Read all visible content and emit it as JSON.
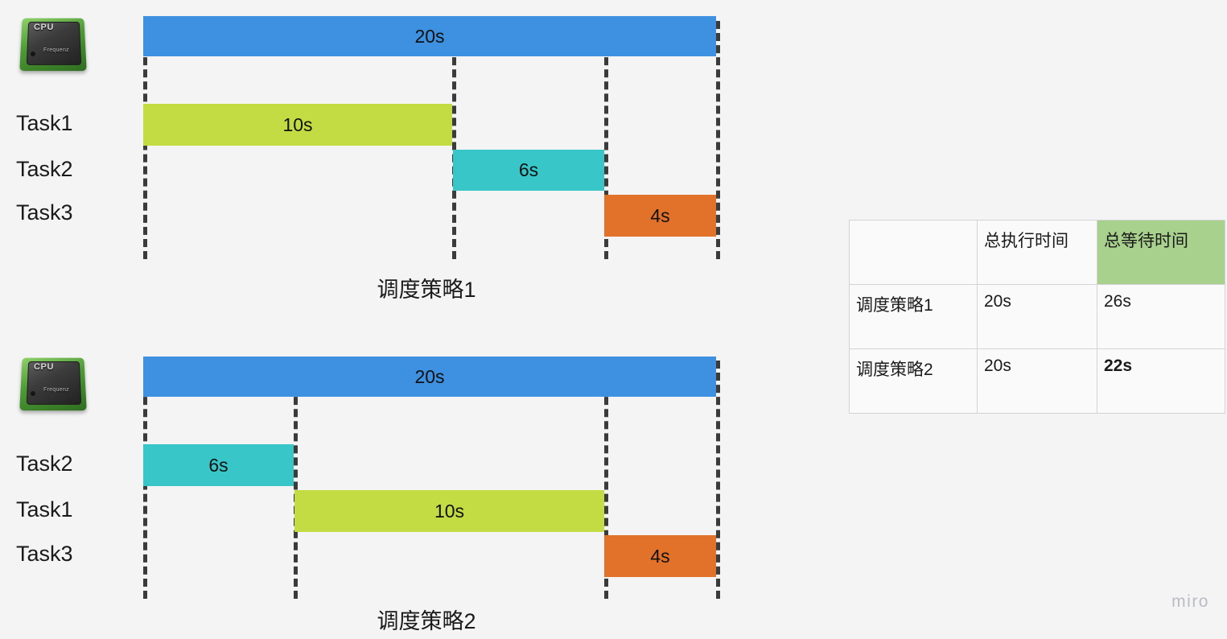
{
  "canvas": {
    "background": "#f4f4f4",
    "watermark": "miro"
  },
  "colors": {
    "cpu_bar": "#3d91e0",
    "task1": "#c3dc44",
    "task2": "#38c6c9",
    "task3": "#e2712a",
    "table_highlight": "#a9d18e",
    "dash": "#3b3b3b"
  },
  "diagrams": [
    {
      "id": "scheduling-policy-1",
      "caption": "调度策略1",
      "cpu_icon": {
        "label_top": "CPU",
        "label_bottom": "Frequenz"
      },
      "cpu_bar": {
        "label": "20s",
        "color": "#3d91e0",
        "start": 0,
        "end": 20
      },
      "rows": [
        {
          "name": "Task1",
          "label": "10s",
          "color": "#c3dc44",
          "start": 0,
          "end": 10
        },
        {
          "name": "Task2",
          "label": "6s",
          "color": "#38c6c9",
          "start": 10,
          "end": 16
        },
        {
          "name": "Task3",
          "label": "4s",
          "color": "#e2712a",
          "start": 16,
          "end": 20
        }
      ],
      "gridlines": [
        0,
        10,
        16,
        20
      ]
    },
    {
      "id": "scheduling-policy-2",
      "caption": "调度策略2",
      "cpu_icon": {
        "label_top": "CPU",
        "label_bottom": "Frequenz"
      },
      "cpu_bar": {
        "label": "20s",
        "color": "#3d91e0",
        "start": 0,
        "end": 20
      },
      "rows": [
        {
          "name": "Task2",
          "label": "6s",
          "color": "#38c6c9",
          "start": 0,
          "end": 6
        },
        {
          "name": "Task1",
          "label": "10s",
          "color": "#c3dc44",
          "start": 6,
          "end": 16
        },
        {
          "name": "Task3",
          "label": "4s",
          "color": "#e2712a",
          "start": 16,
          "end": 20
        }
      ],
      "gridlines": [
        0,
        6,
        16,
        20
      ]
    }
  ],
  "table": {
    "headers": [
      "",
      "总执行时间",
      "总等待时间"
    ],
    "rows": [
      {
        "cells": [
          "调度策略1",
          "20s",
          "26s"
        ],
        "emphasis": [
          false,
          false,
          false
        ]
      },
      {
        "cells": [
          "调度策略2",
          "20s",
          "22s"
        ],
        "emphasis": [
          false,
          false,
          true
        ]
      }
    ]
  }
}
